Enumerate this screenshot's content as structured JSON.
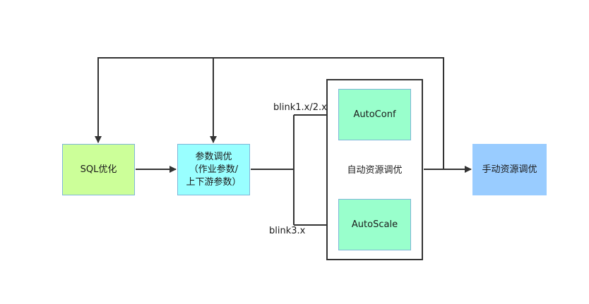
{
  "nodes": {
    "sql": {
      "label": "SQL优化"
    },
    "param": {
      "line1": "参数调优",
      "line2": "（作业参数/",
      "line3": "上下游参数）"
    },
    "auto": {
      "label": "自动资源调优"
    },
    "autoconf": {
      "label": "AutoConf"
    },
    "autoscale": {
      "label": "AutoScale"
    },
    "manual": {
      "label": "手动资源调优"
    }
  },
  "edge_labels": {
    "blink1": "blink1.x/2.x",
    "blink3": "blink3.x"
  },
  "colors": {
    "sql_fill": "#ccff99",
    "param_fill": "#99ffff",
    "auto_child_fill": "#99ffcc",
    "manual_fill": "#99ccff",
    "line": "#333333",
    "node_border": "#7fb6d8"
  }
}
